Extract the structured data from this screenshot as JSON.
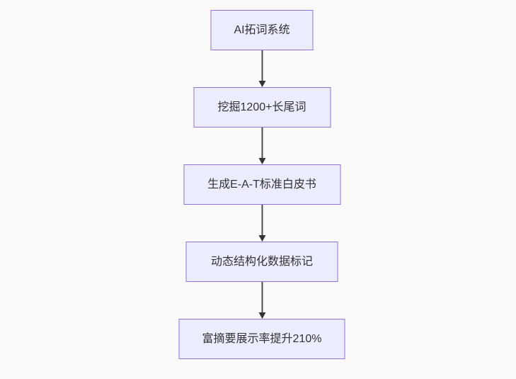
{
  "flowchart": {
    "type": "flowchart",
    "direction": "top-down",
    "nodes": [
      {
        "id": "n1",
        "label": "AI拓词系统"
      },
      {
        "id": "n2",
        "label": "挖掘1200+长尾词"
      },
      {
        "id": "n3",
        "label": "生成E-A-T标准白皮书"
      },
      {
        "id": "n4",
        "label": "动态结构化数据标记"
      },
      {
        "id": "n5",
        "label": "富摘要展示率提升210%"
      }
    ],
    "edges": [
      {
        "from": "n1",
        "to": "n2"
      },
      {
        "from": "n2",
        "to": "n3"
      },
      {
        "from": "n3",
        "to": "n4"
      },
      {
        "from": "n4",
        "to": "n5"
      }
    ],
    "colors": {
      "node_fill": "#ECECFF",
      "node_border": "#9370DB",
      "node_text": "#333333",
      "arrow": "#333333",
      "background": "#fafafa"
    }
  }
}
